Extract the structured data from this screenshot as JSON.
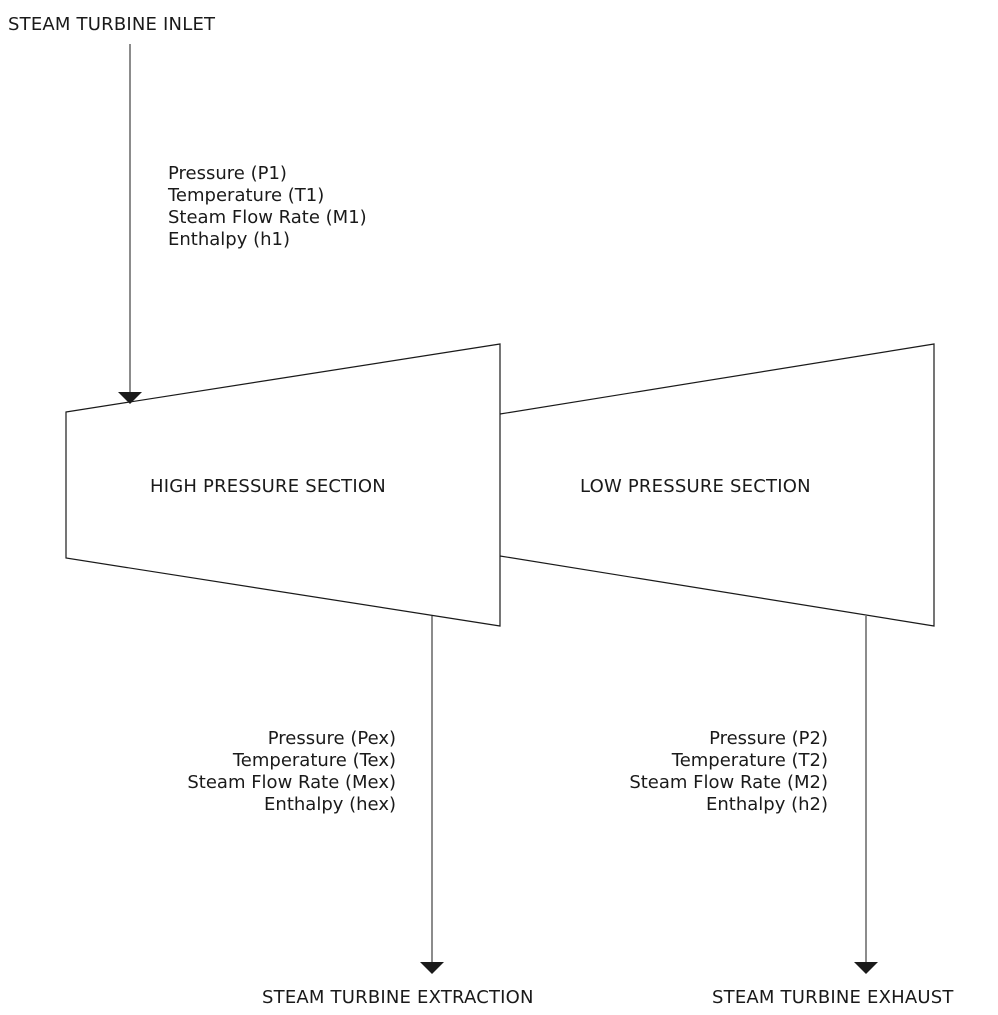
{
  "labels": {
    "inlet": "STEAM TURBINE INLET",
    "hp_section": "HIGH PRESSURE SECTION",
    "lp_section": "LOW PRESSURE SECTION",
    "extraction": "STEAM TURBINE EXTRACTION",
    "exhaust": "STEAM TURBINE EXHAUST"
  },
  "inlet_params": [
    "Pressure (P1)",
    "Temperature (T1)",
    "Steam Flow Rate (M1)",
    "Enthalpy (h1)"
  ],
  "extraction_params": [
    "Pressure (Pex)",
    "Temperature (Tex)",
    "Steam Flow Rate (Mex)",
    "Enthalpy (hex)"
  ],
  "exhaust_params": [
    "Pressure (P2)",
    "Temperature (T2)",
    "Steam Flow Rate (M2)",
    "Enthalpy (h2)"
  ],
  "colors": {
    "stroke": "#1a1a1a",
    "background": "#ffffff"
  }
}
